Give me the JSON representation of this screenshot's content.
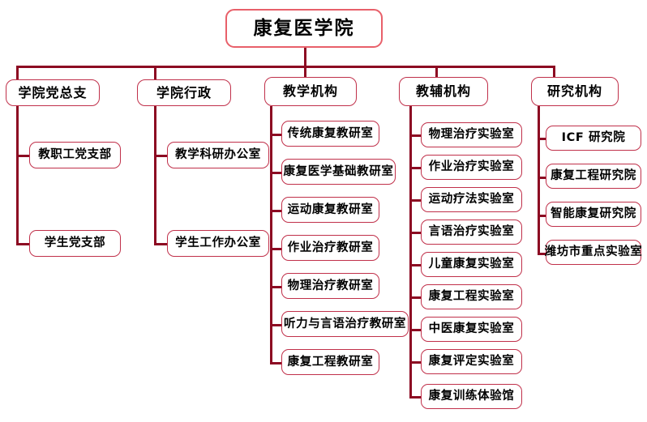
{
  "title": "康复医学院",
  "colors": {
    "root_border": "#e8606a",
    "branch_border": "#c0304a",
    "connector": "#8c0a22",
    "background": "#ffffff",
    "text": "#000000"
  },
  "root": {
    "label": "康复医学院"
  },
  "branches": [
    {
      "label": "学院党总支",
      "children": [
        {
          "label": "教职工党支部"
        },
        {
          "label": "学生党支部"
        }
      ]
    },
    {
      "label": "学院行政",
      "children": [
        {
          "label": "教学科研办公室"
        },
        {
          "label": "学生工作办公室"
        }
      ]
    },
    {
      "label": "教学机构",
      "children": [
        {
          "label": "传统康复教研室"
        },
        {
          "label": "康复医学基础教研室"
        },
        {
          "label": "运动康复教研室"
        },
        {
          "label": "作业治疗教研室"
        },
        {
          "label": "物理治疗教研室"
        },
        {
          "label": "听力与言语治疗教研室"
        },
        {
          "label": "康复工程教研室"
        }
      ]
    },
    {
      "label": "教辅机构",
      "children": [
        {
          "label": "物理治疗实验室"
        },
        {
          "label": "作业治疗实验室"
        },
        {
          "label": "运动疗法实验室"
        },
        {
          "label": "言语治疗实验室"
        },
        {
          "label": "儿童康复实验室"
        },
        {
          "label": "康复工程实验室"
        },
        {
          "label": "中医康复实验室"
        },
        {
          "label": "康复评定实验室"
        },
        {
          "label": "康复训练体验馆"
        }
      ]
    },
    {
      "label": "研究机构",
      "children": [
        {
          "label": "ICF 研究院"
        },
        {
          "label": "康复工程研究院"
        },
        {
          "label": "智能康复研究院"
        },
        {
          "label": "潍坊市重点实验室"
        }
      ]
    }
  ]
}
